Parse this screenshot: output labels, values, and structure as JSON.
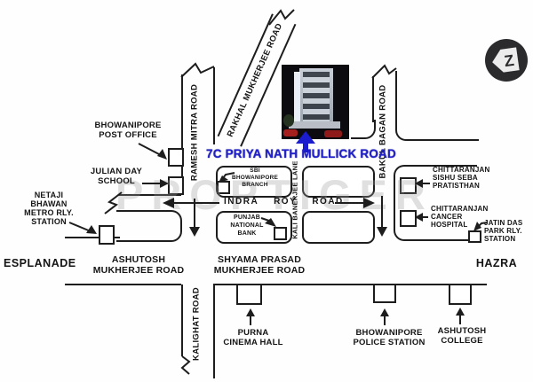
{
  "title": {
    "text": "7C PRIYA NATH MULLICK ROAD",
    "accent_color": "#2121cc"
  },
  "watermark": {
    "text": "PROPTIGER"
  },
  "logo": {
    "letter": "Z"
  },
  "areas": {
    "esplanade": "ESPLANADE",
    "hazra": "HAZRA"
  },
  "roads": {
    "ramesh": "RAMESH MITRA ROAD",
    "rakhal": "RAKHAL MUKHERJEE ROAD",
    "bakul": "BAKUL BAGAN ROAD",
    "kalighat": "KALIGHAT ROAD",
    "kali_lane": "KALI BANERJEE LANE",
    "indra": "INDRA   ROY   ROAD",
    "ashutosh": "ASHUTOSH\nMUKHERJEE ROAD",
    "shyama": "SHYAMA PRASAD\nMUKHERJEE ROAD"
  },
  "landmarks": {
    "post_office": "BHOWANIPORE\nPOST OFFICE",
    "julian_day": "JULIAN DAY\nSCHOOL",
    "netaji": "NETAJI\nBHAWAN\nMETRO RLY.\nSTATION",
    "sbi": "SBI\nBHOWANIPORE\nBRANCH",
    "pnb": "PUNJAB\nNATIONAL\nBANK",
    "sishu": "CHITTARANJAN\nSISHU SEBA\nPRATISTHAN",
    "cancer": "CHITTARANJAN\nCANCER\nHOSPITAL",
    "jatin": "JATIN DAS\nPARK RLY.\nSTATION",
    "purna": "PURNA\nCINEMA HALL",
    "police": "BHOWANIPORE\nPOLICE STATION",
    "college": "ASHUTOSH\nCOLLEGE"
  }
}
